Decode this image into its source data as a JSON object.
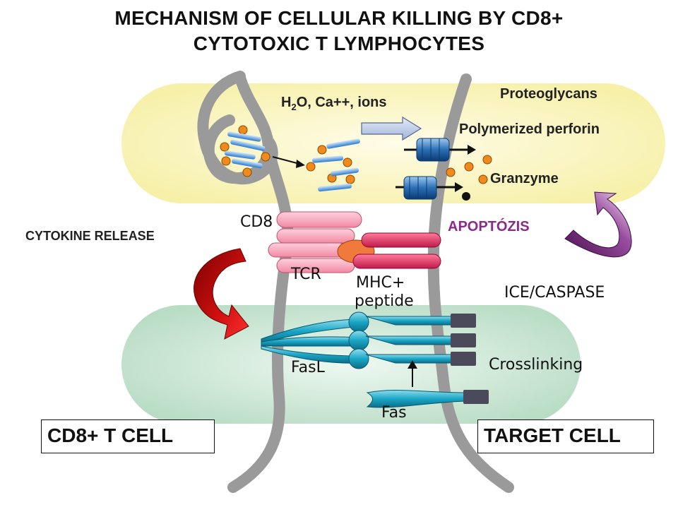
{
  "title": {
    "line1": "MECHANISM OF CELLULAR KILLING BY CD8+",
    "line2": "CYTOTOXIC T LYMPHOCYTES"
  },
  "labels": {
    "water_main": "H",
    "water_sub1": "2",
    "water_o": "O",
    "water_rest": ", Ca++, ions",
    "proteoglycans": "Proteoglycans",
    "perforin": "Polymerized perforin",
    "granzyme": "Granzyme",
    "cd8": "CD8",
    "cytokine": "CYTOKINE RELEASE",
    "apoptosis": "APOPTÓZIS",
    "tcr": "TCR",
    "mhc1": "MHC+",
    "mhc2": "peptide",
    "caspase": "ICE/CASPASE",
    "fasl": "FasL",
    "crosslinking": "Crosslinking",
    "fas": "Fas"
  },
  "boxes": {
    "left": "CD8+ T CELL",
    "right": "TARGET CELL"
  },
  "colors": {
    "upper_zone": "#fbf8c8",
    "lower_zone": "#cfe8d6",
    "membrane": "#9a9a9a",
    "granule": "#f08a1c",
    "apoptosis_text": "#8a2a8a"
  }
}
